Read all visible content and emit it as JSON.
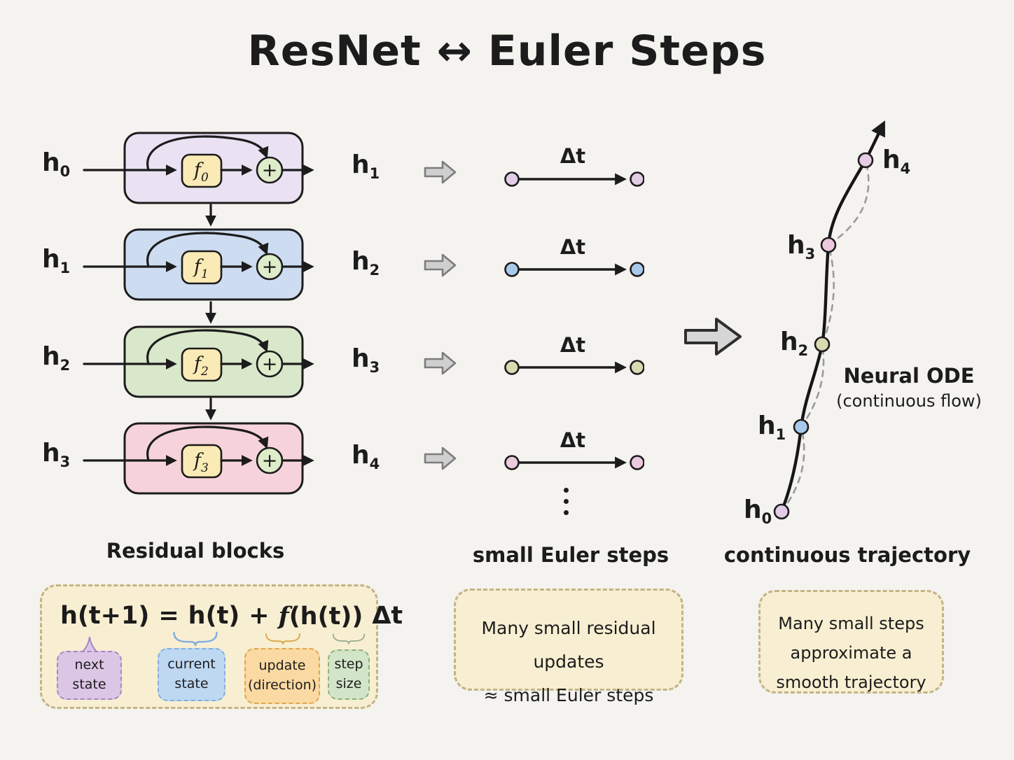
{
  "title": "ResNet ↔ Euler Steps",
  "colors": {
    "background": "#f4f3f0",
    "ink": "#1c1c1c",
    "fn_fill": "#faeab5",
    "plus_fill": "#dfeccb",
    "step_arrow_fill": "#cfcfcf",
    "big_arrow_fill": "#d6d6d6",
    "dashed_path": "#9a9a9a",
    "note_box_bg": "#f8efd2",
    "note_box_border": "#c2b487"
  },
  "resnet_column": {
    "caption": "Residual blocks",
    "plus_label": "+",
    "blocks": [
      {
        "input": "h",
        "input_sub": "0",
        "fn": "f",
        "fn_sub": "0",
        "output": "h",
        "output_sub": "1",
        "fill": "#eae1f3"
      },
      {
        "input": "h",
        "input_sub": "1",
        "fn": "f",
        "fn_sub": "1",
        "output": "h",
        "output_sub": "2",
        "fill": "#cddcf1"
      },
      {
        "input": "h",
        "input_sub": "2",
        "fn": "f",
        "fn_sub": "2",
        "output": "h",
        "output_sub": "3",
        "fill": "#d9e7cb"
      },
      {
        "input": "h",
        "input_sub": "3",
        "fn": "f",
        "fn_sub": "3",
        "output": "h",
        "output_sub": "4",
        "fill": "#f6d3da"
      }
    ]
  },
  "euler_column": {
    "caption": "small Euler steps",
    "step_label": "Δt",
    "rows": [
      {
        "dot_fill": "#e2cce6"
      },
      {
        "dot_fill": "#a9c9ea"
      },
      {
        "dot_fill": "#d9dab0"
      },
      {
        "dot_fill": "#ecc9dc"
      }
    ],
    "ellipsis_icon": "⋮"
  },
  "trajectory_column": {
    "caption": "continuous trajectory",
    "annotation_line1": "Neural ODE",
    "annotation_line2": "(continuous flow)",
    "points": [
      {
        "label": "h",
        "sub": "0",
        "fill": "#e2cce6"
      },
      {
        "label": "h",
        "sub": "1",
        "fill": "#a9c9ea"
      },
      {
        "label": "h",
        "sub": "2",
        "fill": "#d9dab0"
      },
      {
        "label": "h",
        "sub": "3",
        "fill": "#ecc9dc"
      },
      {
        "label": "h",
        "sub": "4",
        "fill": "#e5cbe3"
      }
    ]
  },
  "formula_box": {
    "next": "h(t+1)",
    "equals": "=",
    "current": "h(t)",
    "plus": "+",
    "update_f": "f",
    "update_rest": "(h(t))",
    "dt": "Δt",
    "callouts": [
      {
        "line1": "next",
        "line2": "state",
        "bg": "#dcc6e6",
        "border": "#a886c0"
      },
      {
        "line1": "current",
        "line2": "state",
        "bg": "#bed8f2",
        "border": "#84aede"
      },
      {
        "line1": "update",
        "line2": "(direction)",
        "bg": "#fbd9a2",
        "border": "#dda74e"
      },
      {
        "line1": "step",
        "line2": "size",
        "bg": "#d3e5c8",
        "border": "#8fb077"
      }
    ]
  },
  "euler_note": {
    "line1": "Many small residual updates",
    "line2": "≈  small Euler steps"
  },
  "trajectory_note": {
    "line1": "Many small steps",
    "line2": "approximate  a",
    "line3": "smooth  trajectory"
  }
}
